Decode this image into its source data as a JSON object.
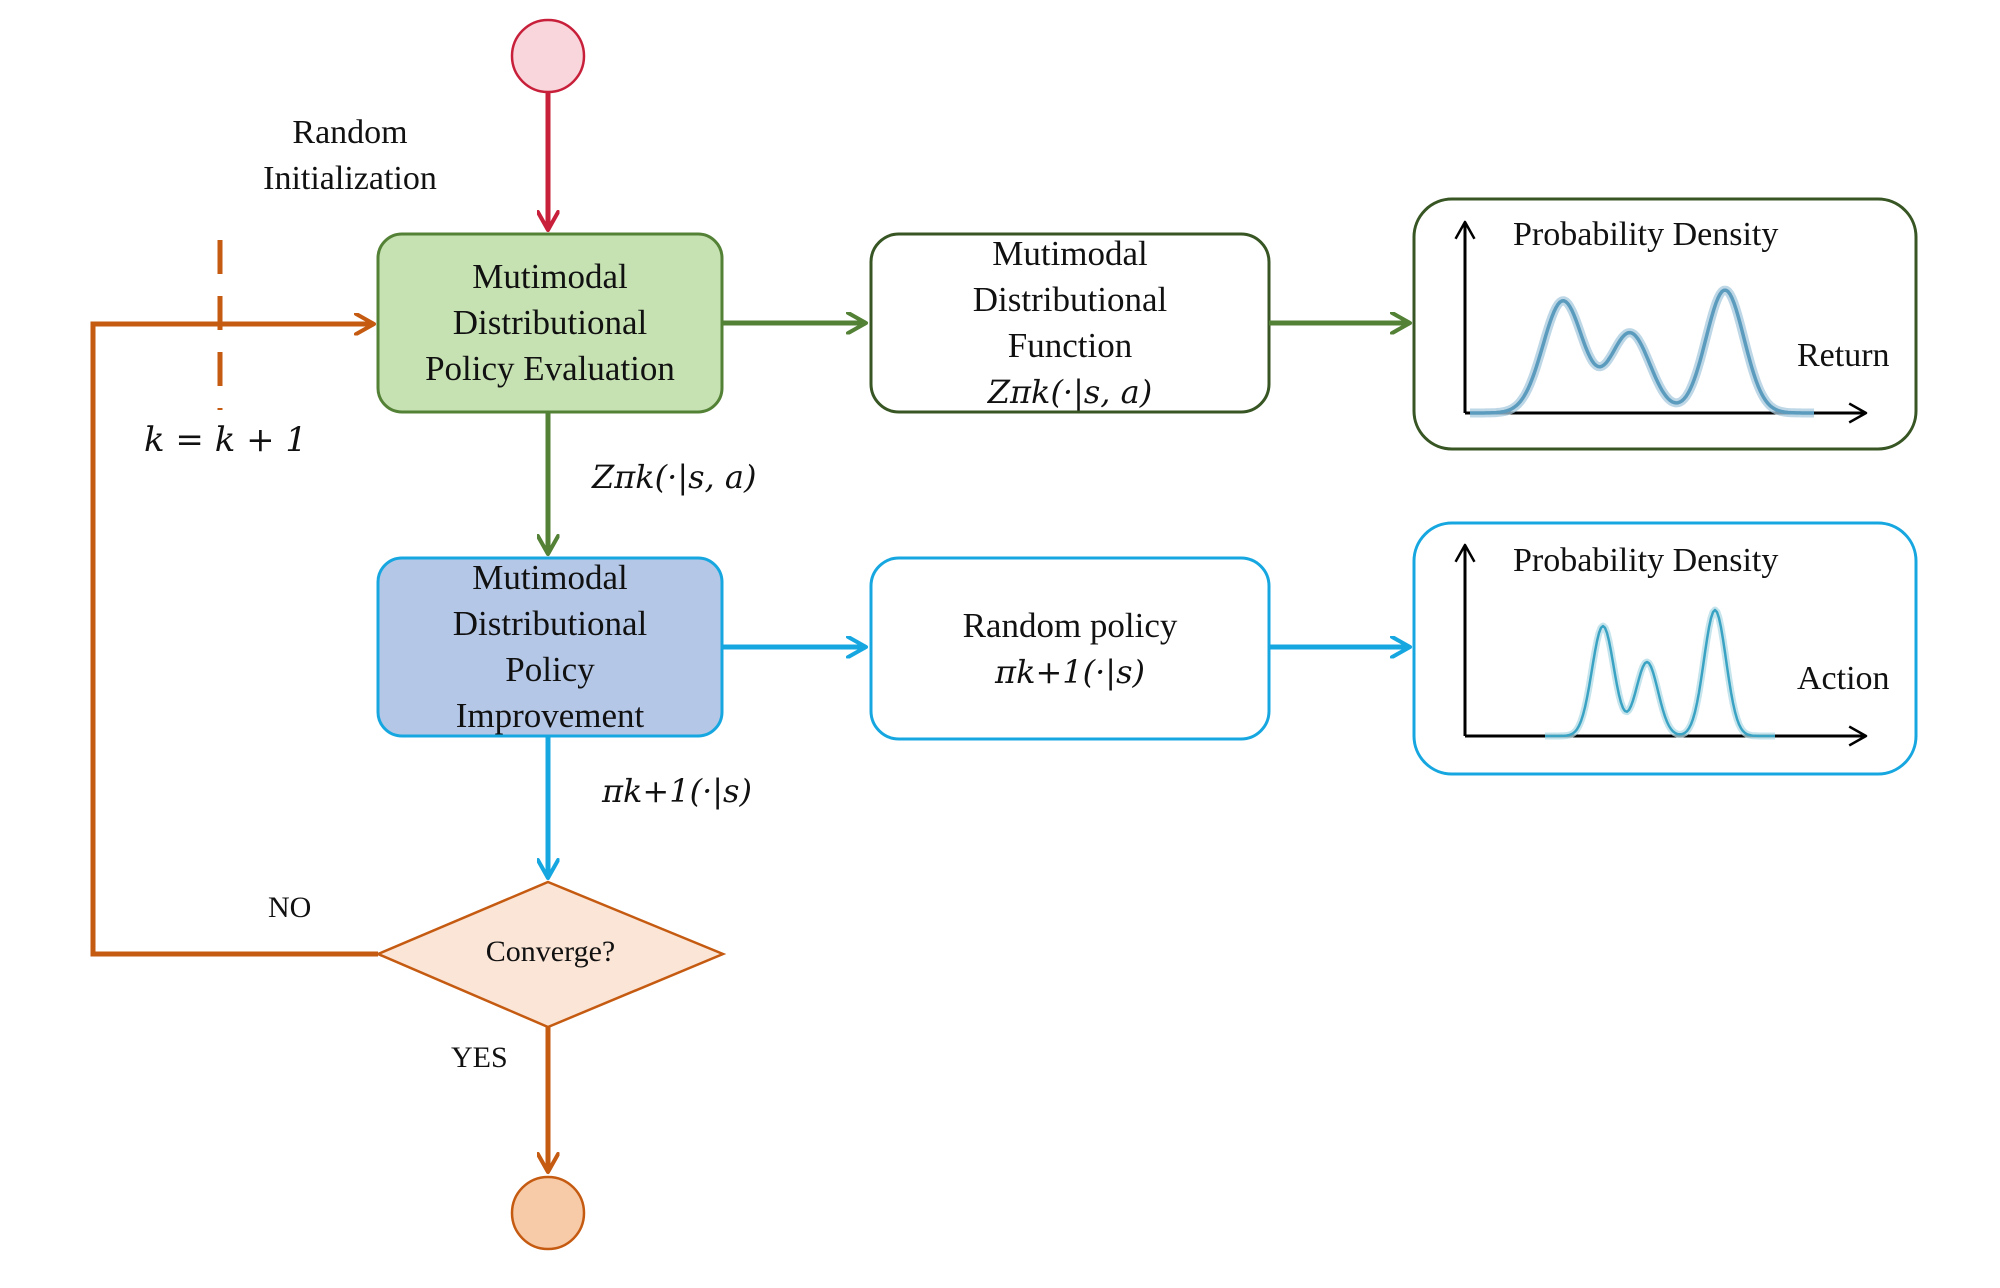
{
  "colors": {
    "start_node_fill": "#f9d6dc",
    "start_node_stroke": "#c8203a",
    "green": "#538135",
    "blue": "#17a7e0",
    "orange": "#c55a11",
    "eval_fill": "#c6e1b2",
    "improve_fill": "#b4c7e7",
    "decision_fill": "#fbe5d6",
    "end_node_fill": "#f8cba8",
    "curve": "#5b9bbd"
  },
  "labels": {
    "random_init": [
      "Random",
      "Initialization"
    ],
    "iteration": "k = k + 1",
    "no": "NO",
    "yes": "YES"
  },
  "nodes": {
    "policy_evaluation": {
      "lines": [
        "Mutimodal",
        "Distributional",
        "Policy Evaluation"
      ]
    },
    "policy_improvement": {
      "lines": [
        "Mutimodal",
        "Distributional",
        "Policy",
        "Improvement"
      ]
    },
    "distributional_function": {
      "lines": [
        "Mutimodal",
        "Distributional",
        "Function"
      ],
      "formula": "Zπk(·|s, a)"
    },
    "random_policy": {
      "lines": [
        "Random policy"
      ],
      "formula": "πk+1(·|s)"
    },
    "decision": {
      "label": "Converge?"
    }
  },
  "edges": {
    "eval_to_improve_label": "Zπk(·|s, a)",
    "improve_to_decision_label": "πk+1(·|s)"
  },
  "plots": {
    "return_density": {
      "ylabel": "Probability Density",
      "xlabel": "Return"
    },
    "action_density": {
      "ylabel": "Probability Density",
      "xlabel": "Action"
    }
  }
}
